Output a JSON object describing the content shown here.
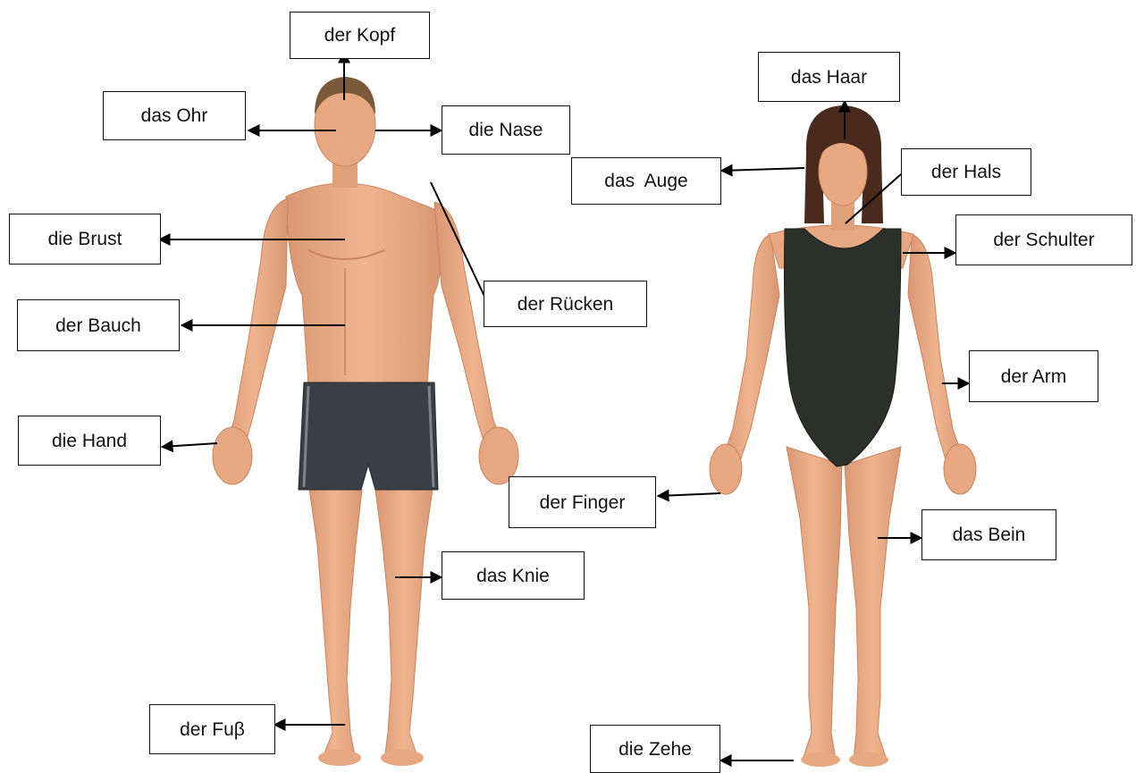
{
  "colors": {
    "skin": "#e7a780",
    "skin_shadow": "#c9835d",
    "hair_man": "#7b5a3c",
    "hair_woman": "#4a2a1c",
    "trunks": "#3a3f47",
    "trunks_stripe": "#7d838b",
    "swimsuit": "#2c302c",
    "line": "#000000",
    "box_border": "#111111"
  },
  "labels": {
    "kopf": "der Kopf",
    "ohr": "das Ohr",
    "nase": "die Nase",
    "brust": "die Brust",
    "ruecken": "der Rücken",
    "bauch": "der Bauch",
    "hand": "die Hand",
    "knie": "das Knie",
    "fuss": "der Fuβ",
    "haar": "das Haar",
    "auge": "das  Auge",
    "hals": "der Hals",
    "schulter": "der Schulter",
    "arm": "der Arm",
    "finger": "der Finger",
    "bein": "das Bein",
    "zehe": "die Zehe"
  }
}
